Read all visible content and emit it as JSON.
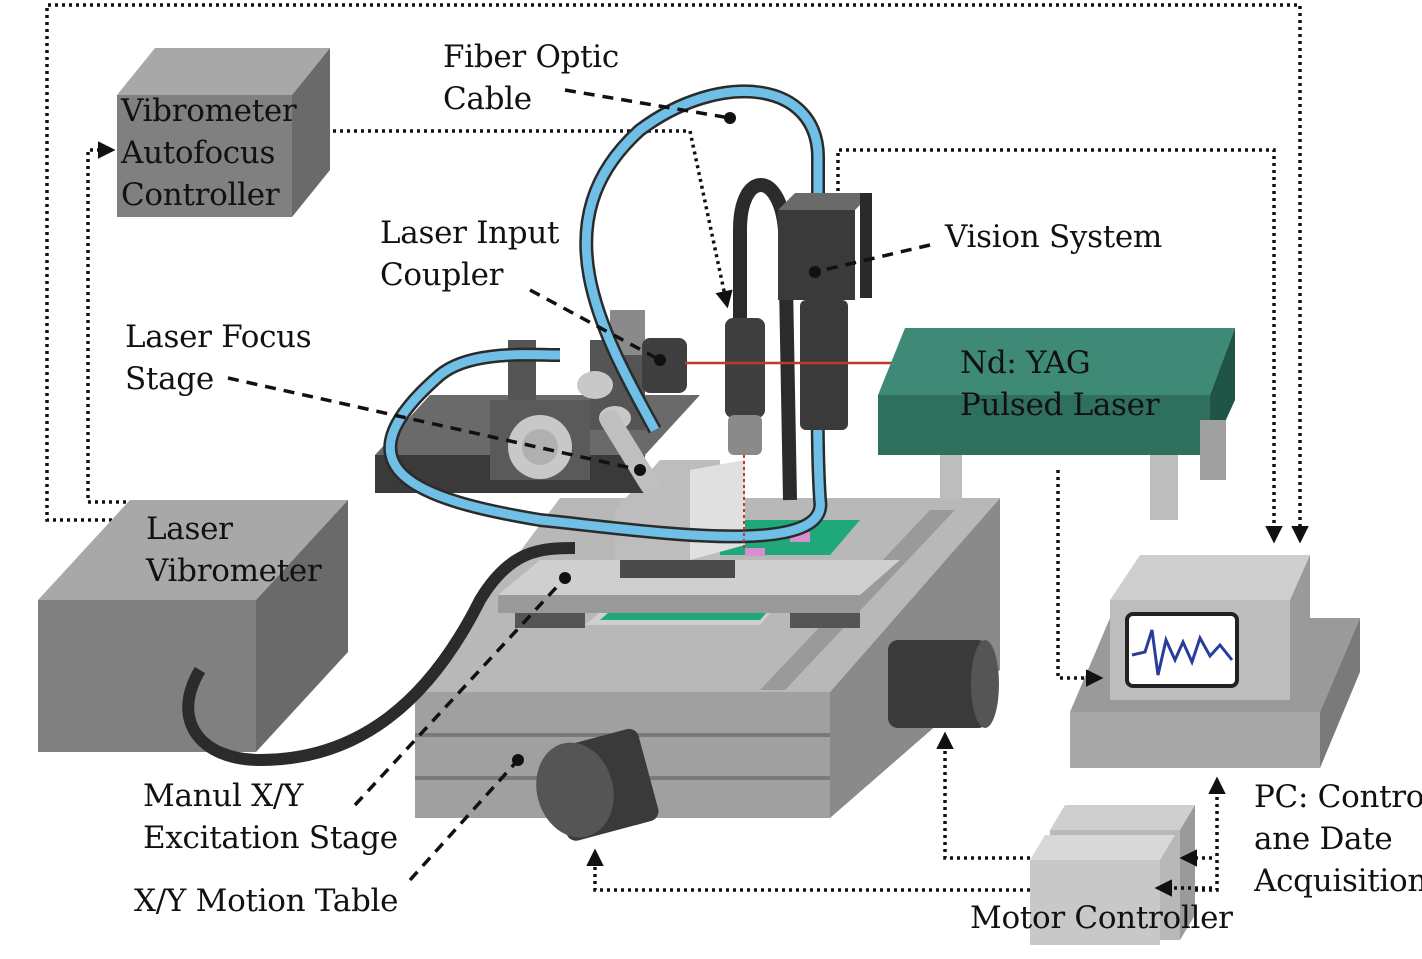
{
  "labels": {
    "fiber_optic": [
      "Fiber Optic",
      "Cable"
    ],
    "vibrometer_autofocus": [
      "Vibrometer",
      "Autofocus",
      "Controller"
    ],
    "laser_input_coupler": [
      "Laser Input",
      "Coupler"
    ],
    "vision_system": [
      "Vision System"
    ],
    "laser_focus_stage": [
      "Laser Focus",
      "Stage"
    ],
    "nd_yag": [
      "Nd: YAG",
      "Pulsed Laser"
    ],
    "laser_vibrometer": [
      "Laser",
      "Vibrometer"
    ],
    "manual_stage": [
      "Manul X/Y",
      "Excitation Stage"
    ],
    "motion_table": [
      "X/Y Motion Table"
    ],
    "pc": [
      "PC: Control",
      "ane Date",
      "Acquisition"
    ],
    "motor_controller": [
      "Motor Controller"
    ]
  },
  "colors": {
    "fiber_cable": "#6fbfe6",
    "laser_body": "#2e6f5e",
    "laser_top": "#3e8a76",
    "circuit_board": "#1fa87a",
    "box_front": "#808080",
    "box_top": "#a8a8a8",
    "box_side": "#6a6a6a",
    "beam": "#c0392b",
    "signal": "#2a3d9a"
  }
}
